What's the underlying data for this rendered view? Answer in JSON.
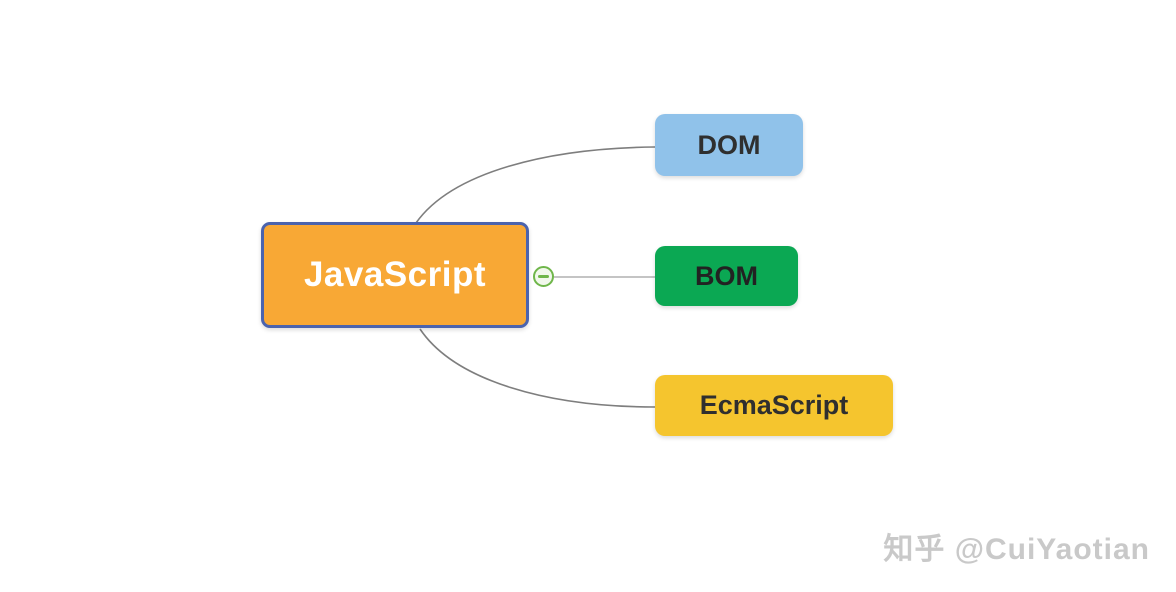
{
  "mindmap": {
    "root": {
      "label": "JavaScript",
      "fill": "#F8A835",
      "border_color": "#4A63AE",
      "text_color": "#FFFFFF"
    },
    "children": [
      {
        "label": "DOM",
        "fill": "#90C2EA",
        "text_color": "#2F2F2F"
      },
      {
        "label": "BOM",
        "fill": "#0BA853",
        "text_color": "#222222"
      },
      {
        "label": "EcmaScript",
        "fill": "#F5C52E",
        "text_color": "#2F2F2F"
      }
    ],
    "collapse_control": {
      "symbol": "minus",
      "ring_color": "#6FB64A",
      "fill": "#F1F8EB",
      "minus_color": "#6FB64A"
    },
    "connector_curve_color": "#7E7E7E",
    "connector_line_color": "#B0B0B0"
  },
  "watermark": {
    "text": "知乎 @CuiYaotian",
    "color": "#C9C9C9"
  }
}
